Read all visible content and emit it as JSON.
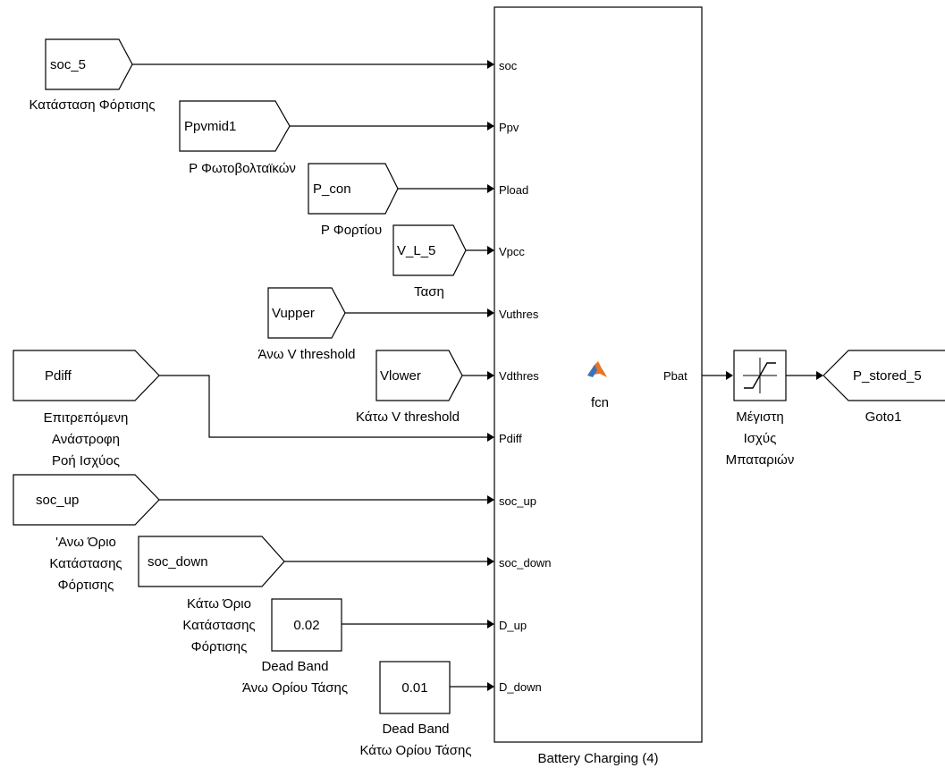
{
  "function_block": {
    "name": "Battery Charging (4)",
    "function_label": "fcn",
    "inputs": [
      "soc",
      "Ppv",
      "Pload",
      "Vpcc",
      "Vuthres",
      "Vdthres",
      "Pdiff",
      "soc_up",
      "soc_down",
      "D_up",
      "D_down"
    ],
    "output": "Pbat"
  },
  "sources": [
    {
      "tag": "soc_5",
      "label": [
        "Κατάσταση Φόρτισης"
      ]
    },
    {
      "tag": "Ppvmid1",
      "label": [
        "P Φωτοβολταϊκών"
      ]
    },
    {
      "tag": "P_con",
      "label": [
        "P Φορτίου"
      ]
    },
    {
      "tag": "V_L_5",
      "label": [
        "Ταση"
      ]
    },
    {
      "tag": "Vupper",
      "label": [
        "Άνω V threshold"
      ]
    },
    {
      "tag": "Vlower",
      "label": [
        "Κάτω V threshold"
      ]
    },
    {
      "tag": "Pdiff",
      "label": [
        "Επιτρεπόμενη",
        "Ανάστροφη",
        "Ροή Ισχύος"
      ]
    },
    {
      "tag": "soc_up",
      "label": [
        "'Ανω Όριο",
        "Κατάστασης",
        "Φόρτισης"
      ]
    },
    {
      "tag": "soc_down",
      "label": [
        "Κάτω Όριο",
        "Κατάστασης",
        "Φόρτισης"
      ]
    },
    {
      "tag": "0.02",
      "label": [
        "Dead Band",
        "Άνω Ορίου Τάσης"
      ]
    },
    {
      "tag": "0.01",
      "label": [
        "Dead Band",
        "Κάτω Ορίου Τάσης"
      ]
    }
  ],
  "saturation": {
    "label": [
      "Μέγιστη",
      "Ισχύς",
      "Μπαταριών"
    ],
    "icon": "saturation-icon"
  },
  "goto": {
    "tag": "P_stored_5",
    "label": "Goto1"
  },
  "colors": {
    "line": "#000000",
    "background": "#ffffff",
    "matlab_icon": "#e8761f"
  }
}
